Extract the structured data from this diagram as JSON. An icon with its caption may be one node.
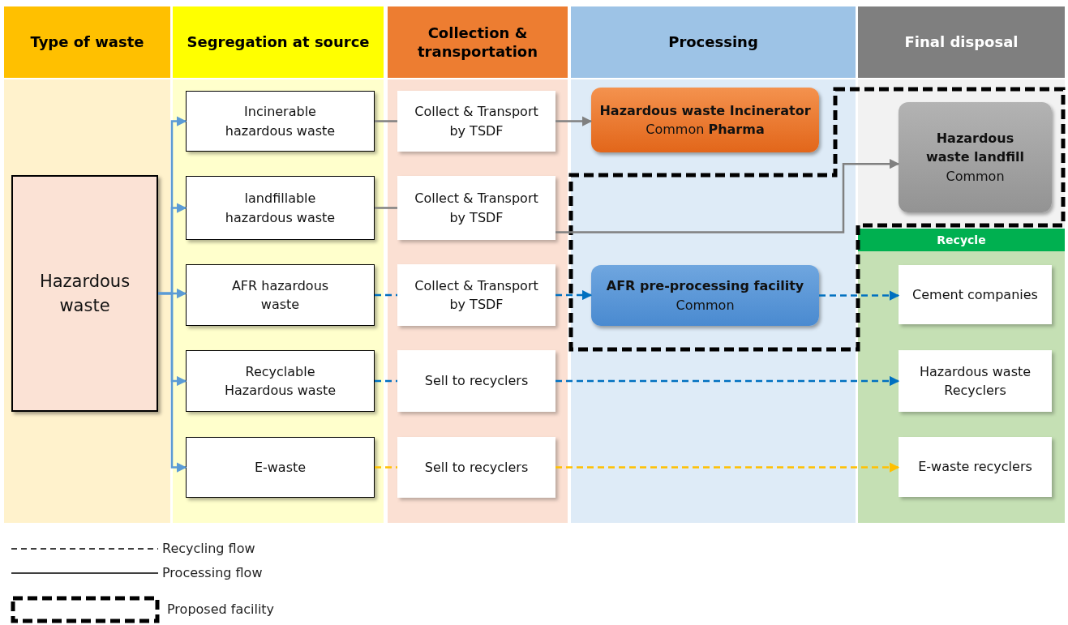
{
  "diagram": {
    "nodes": [
      {
        "text": [
          "Type of waste"
        ]
      },
      {
        "text": [
          "Hazardous waste"
        ],
        "in": 0
      },
      {
        "text": [
          "Segregation at source"
        ]
      },
      {
        "text": [
          "Incinerable hazardous waste"
        ],
        "in": 2
      },
      {
        "text": [
          "landfillable hazardous waste"
        ],
        "in": 2
      },
      {
        "text": [
          "AFR hazardous waste"
        ],
        "in": 2
      },
      {
        "text": [
          "Recyclable Hazardous waste"
        ],
        "in": 2
      },
      {
        "text": [
          "E-waste"
        ],
        "in": 2
      },
      {
        "text": [
          "Collection & transportation"
        ]
      },
      {
        "text": [
          "Collect & Transport by TSDF"
        ],
        "in": 8
      },
      {
        "text": [
          "Collect & Transport by TSDF"
        ],
        "in": 8
      },
      {
        "text": [
          "Collect & Transport by TSDF"
        ],
        "in": 8
      },
      {
        "text": [
          "Sell to recyclers"
        ],
        "in": 8
      },
      {
        "text": [
          "Sell to recyclers"
        ],
        "in": 8
      },
      {
        "text": [
          "Processing"
        ]
      },
      {
        "text": [
          "Hazardous waste Incinerator",
          "Common **Pharma**"
        ],
        "in": 14
      },
      {
        "text": [
          "AFR pre-processing facility",
          "Common"
        ],
        "in": 14
      },
      {
        "text": [
          "Final disposal"
        ]
      },
      {
        "text": [
          "Hazardous waste landfill",
          "Common"
        ],
        "in": 17
      },
      {
        "text": [
          "Recycle"
        ],
        "in": 17
      },
      {
        "text": [
          "Cement companies"
        ],
        "in": 19
      },
      {
        "text": [
          "Hazardous waste Recyclers"
        ],
        "in": 19
      },
      {
        "text": [
          "E-waste recyclers"
        ],
        "in": 19
      }
    ],
    "edges": [
      {
        "from": 1,
        "to": 3,
        "arrow": "to",
        "color": "#5b9bd5"
      },
      {
        "from": 1,
        "to": 4,
        "arrow": "to",
        "color": "#5b9bd5"
      },
      {
        "from": 1,
        "to": 5,
        "arrow": "to",
        "color": "#5b9bd5"
      },
      {
        "from": 1,
        "to": 6,
        "arrow": "to",
        "color": "#5b9bd5"
      },
      {
        "from": 1,
        "to": 7,
        "arrow": "to",
        "color": "#5b9bd5"
      },
      {
        "from": 3,
        "to": 9,
        "arrow": "none"
      },
      {
        "from": 9,
        "to": 15,
        "arrow": "to"
      },
      {
        "from": 4,
        "to": 10,
        "arrow": "none"
      },
      {
        "from": 10,
        "to": 18,
        "arrow": "to"
      },
      {
        "from": 5,
        "to": 11,
        "arrow": "none",
        "style": "dashed",
        "color": "#0070c0"
      },
      {
        "from": 11,
        "to": 16,
        "arrow": "to",
        "style": "dashed",
        "color": "#0070c0"
      },
      {
        "from": 16,
        "to": 20,
        "arrow": "to",
        "style": "dashed",
        "color": "#0070c0"
      },
      {
        "from": 6,
        "to": 12,
        "arrow": "none",
        "style": "dashed",
        "color": "#0070c0"
      },
      {
        "from": 12,
        "to": 21,
        "arrow": "to",
        "style": "dashed",
        "color": "#0070c0"
      },
      {
        "from": 7,
        "to": 13,
        "arrow": "none",
        "style": "dashed",
        "color": "#ffc000"
      },
      {
        "from": 13,
        "to": 22,
        "arrow": "to",
        "style": "dashed",
        "color": "#ffc000"
      }
    ],
    "legend": [
      {
        "text": "Recycling flow"
      },
      {
        "text": "Processing flow"
      },
      {
        "text": "Proposed facility"
      }
    ]
  }
}
